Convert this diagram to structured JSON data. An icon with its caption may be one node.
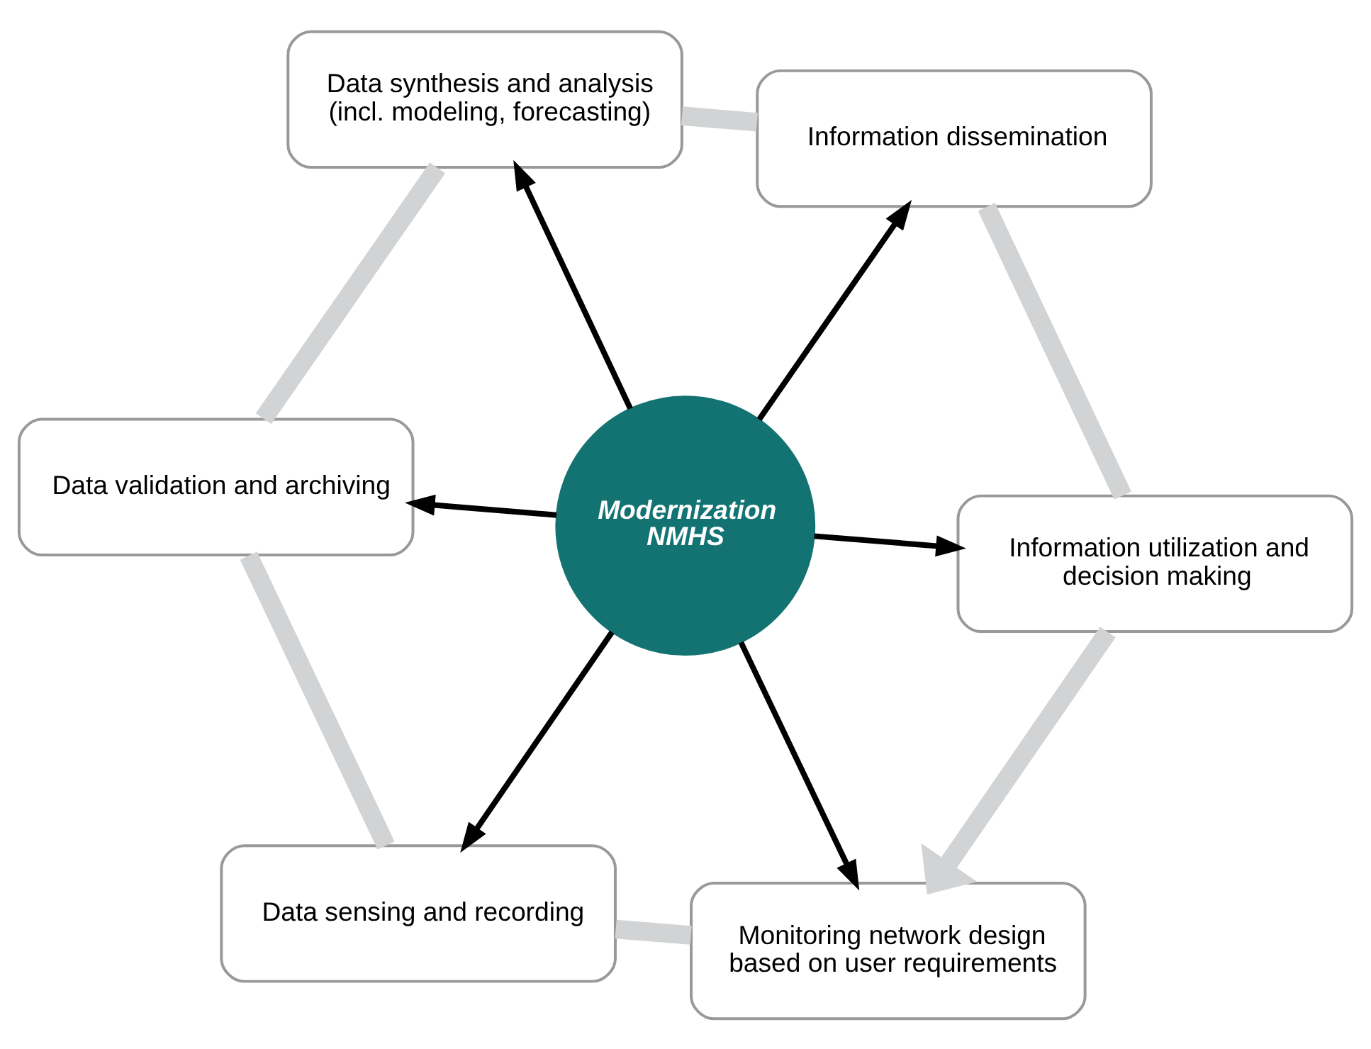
{
  "diagram": {
    "nodes": [
      {
        "text": [
          "Information utilization and decision making"
        ]
      },
      {
        "text": [
          "Information dissemination"
        ]
      },
      {
        "text": [
          "Monitoring network design based on user requirements"
        ]
      },
      {
        "text": [
          "Modernization NMHS"
        ]
      },
      {
        "text": [
          "Data synthesis and analysis (incl. modeling, forecasting)"
        ]
      },
      {
        "text": [
          "Data sensing and recording"
        ]
      },
      {
        "text": [
          "Data validation and archiving"
        ]
      }
    ],
    "edges": [
      {
        "from": 3,
        "to": 0,
        "arrow": "to"
      },
      {
        "from": 3,
        "to": 1,
        "arrow": "to"
      },
      {
        "from": 3,
        "to": 2,
        "arrow": "to"
      },
      {
        "from": 3,
        "to": 4,
        "arrow": "to"
      },
      {
        "from": 3,
        "to": 5,
        "arrow": "to"
      },
      {
        "from": 3,
        "to": 6,
        "arrow": "to"
      },
      {
        "from": 2,
        "to": 5,
        "arrow": "none",
        "style": "thick",
        "color": "#d1d3d4"
      },
      {
        "from": 5,
        "to": 6,
        "arrow": "none",
        "style": "thick",
        "color": "#d1d3d4"
      },
      {
        "from": 6,
        "to": 4,
        "arrow": "none",
        "style": "thick",
        "color": "#d1d3d4"
      },
      {
        "from": 4,
        "to": 1,
        "arrow": "none",
        "style": "thick",
        "color": "#d1d3d4"
      },
      {
        "from": 1,
        "to": 0,
        "arrow": "none",
        "style": "thick",
        "color": "#d1d3d4"
      },
      {
        "from": 0,
        "to": 2,
        "arrow": "to",
        "style": "thick",
        "color": "#d1d3d4"
      }
    ]
  }
}
